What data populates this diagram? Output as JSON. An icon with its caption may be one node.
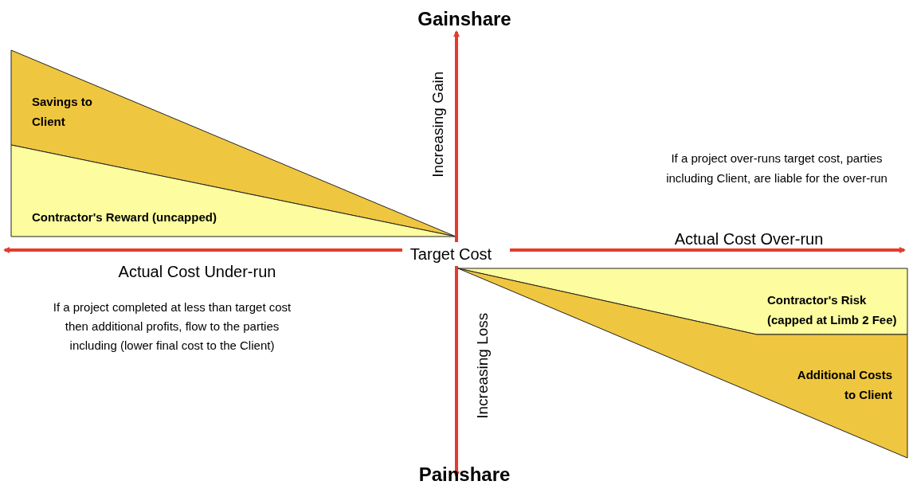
{
  "diagram": {
    "nodes": [
      {
        "text": [
          "Savings to Client"
        ]
      },
      {
        "text": [
          "Contractor's Reward (uncapped)"
        ]
      },
      {
        "text": [
          "Contractor's Risk (capped at Limb 2 Fee)"
        ]
      },
      {
        "text": [
          "Additional Costs to Client"
        ]
      }
    ],
    "labels": [
      "Gainshare",
      "Increasing Gain",
      "If a project over-runs target cost, parties including Client, are liable for the over-run",
      "Target Cost",
      "Actual Cost Over-run",
      "Actual Cost Under-run",
      "If a project completed at less than target cost then additional profits, flow to the parties including (lower final cost to the Client)",
      "Increasing Loss",
      "Painshare"
    ]
  }
}
